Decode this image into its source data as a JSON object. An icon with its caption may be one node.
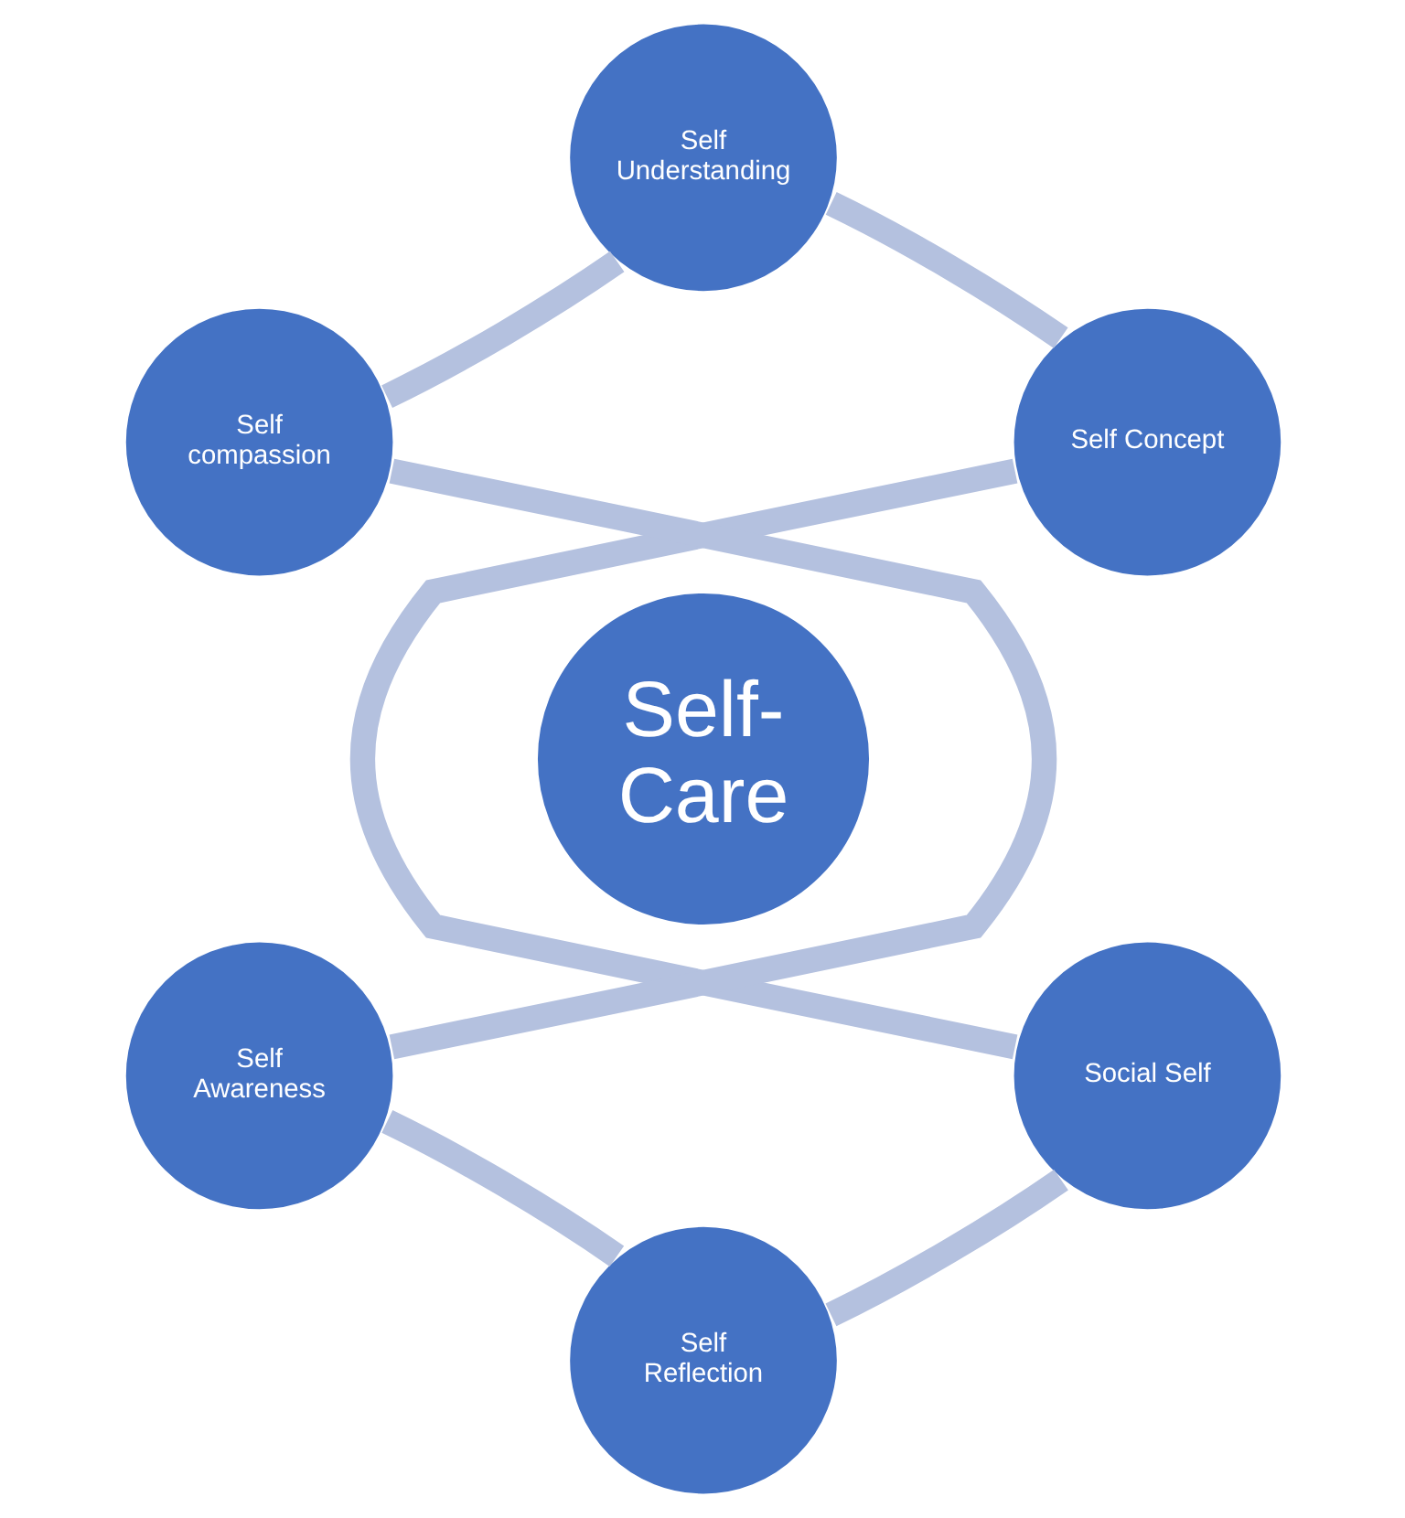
{
  "diagram": {
    "nodes": [
      {
        "text": [
          "Self Understanding"
        ]
      },
      {
        "text": [
          "Self Concept"
        ]
      },
      {
        "text": [
          "Social Self"
        ]
      },
      {
        "text": [
          "Self Reflection"
        ]
      },
      {
        "text": [
          "Self Awareness"
        ]
      },
      {
        "text": [
          "Self compassion"
        ]
      },
      {
        "text": [
          "Self-Care"
        ]
      }
    ],
    "edges": [
      {
        "from": 0,
        "to": 1,
        "arrow": "none"
      },
      {
        "from": 1,
        "to": 2,
        "arrow": "none"
      },
      {
        "from": 2,
        "to": 3,
        "arrow": "none"
      },
      {
        "from": 3,
        "to": 4,
        "arrow": "none"
      },
      {
        "from": 4,
        "to": 5,
        "arrow": "none"
      },
      {
        "from": 5,
        "to": 0,
        "arrow": "none"
      }
    ]
  }
}
